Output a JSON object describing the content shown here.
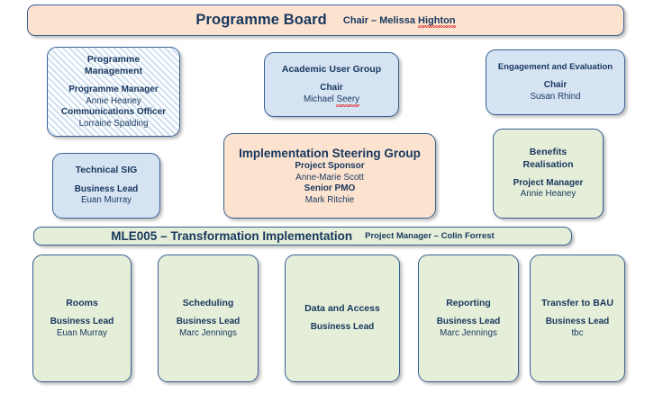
{
  "programme_board": {
    "title": "Programme Board",
    "chair": "Chair – Melissa ",
    "chair_name_spell": "Highton"
  },
  "row2": {
    "programme_management": {
      "title_line1": "Programme",
      "title_line2": "Management",
      "role1": "Programme Manager",
      "name1": "Annie Heaney",
      "role2": "Communications Officer",
      "name2": "Lorraine Spalding"
    },
    "academic_user_group": {
      "title": "Academic User Group",
      "role": "Chair",
      "name_prefix": "Michael ",
      "name_spell": "Seery"
    },
    "engagement_evaluation": {
      "title": "Engagement and Evaluation",
      "role": "Chair",
      "name": "Susan Rhind"
    }
  },
  "row3": {
    "technical_sig": {
      "title": "Technical SIG",
      "role": "Business Lead",
      "name": "Euan Murray"
    },
    "steering_group": {
      "title": "Implementation Steering Group",
      "role1": "Project Sponsor",
      "name1": "Anne-Marie Scott",
      "role2": "Senior PMO",
      "name2": "Mark Ritchie"
    },
    "benefits_realisation": {
      "title_line1": "Benefits",
      "title_line2": "Realisation",
      "role": "Project Manager",
      "name": "Annie Heaney"
    }
  },
  "mle_banner": {
    "title": "MLE005 – Transformation Implementation",
    "subtitle": "Project Manager – Colin Forrest"
  },
  "workstreams": [
    {
      "title": "Rooms",
      "role": "Business Lead",
      "name": "Euan Murray"
    },
    {
      "title": "Scheduling",
      "role": "Business Lead",
      "name": "Marc Jennings"
    },
    {
      "title": "Data and Access",
      "role": "Business Lead",
      "name": ""
    },
    {
      "title": "Reporting",
      "role": "Business Lead",
      "name": "Marc Jennings"
    },
    {
      "title": "Transfer to BAU",
      "role": "Business Lead",
      "name": "tbc"
    }
  ],
  "colors": {
    "peach": "#fce3d0",
    "blue": "#d6e3f3",
    "green": "#e5eed8",
    "border": "#376092",
    "text": "#17375e",
    "stripe": "#cfe0f0",
    "spellcheck": "#e03030"
  }
}
